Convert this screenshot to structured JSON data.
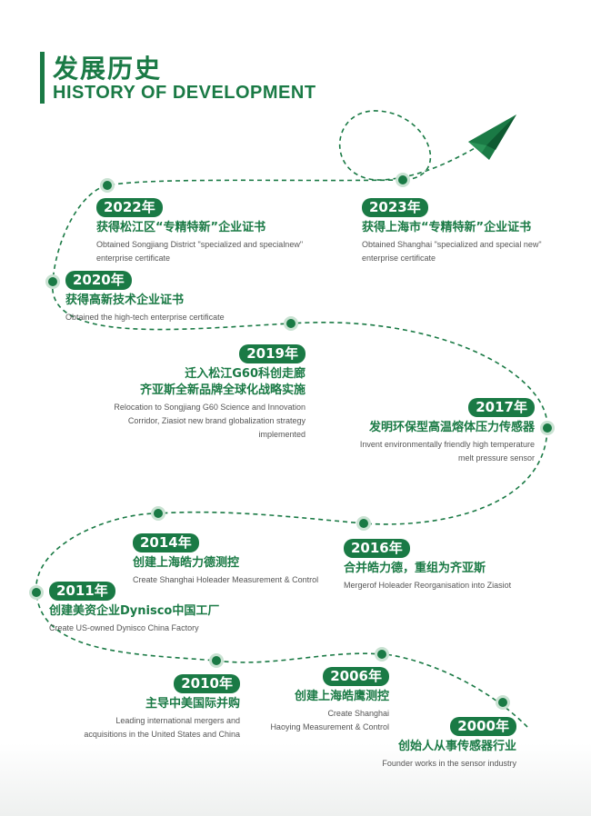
{
  "header": {
    "title_cn": "发展历史",
    "title_en": "HISTORY OF DEVELOPMENT"
  },
  "colors": {
    "accent": "#1a7a45",
    "node_outer": "#c9e2d2",
    "text_en": "#555555"
  },
  "icons": {
    "plane": "paper-plane-icon"
  },
  "timeline": [
    {
      "year": "2023年",
      "title": "获得上海市“专精特新”企业证书",
      "desc_lines": [
        "Obtained Shanghai \"specialized and special new\"",
        "enterprise certificate"
      ]
    },
    {
      "year": "2022年",
      "title": "获得松江区“专精特新”企业证书",
      "desc_lines": [
        "Obtained Songjiang District \"specialized and specialnew\"",
        "enterprise certificate"
      ]
    },
    {
      "year": "2020年",
      "title": "获得高新技术企业证书",
      "desc_lines": [
        "Obtained the high-tech enterprise certificate"
      ]
    },
    {
      "year": "2019年",
      "title_lines": [
        "迁入松江G60科创走廊",
        "齐亚斯全新品牌全球化战略实施"
      ],
      "desc_lines": [
        "Relocation to Songjiang G60 Science and Innovation",
        "Corridor, Ziasiot new brand globalization strategy",
        "implemented"
      ]
    },
    {
      "year": "2017年",
      "title": "发明环保型高温熔体压力传感器",
      "desc_lines": [
        "Invent environmentally friendly high temperature",
        "melt pressure sensor"
      ]
    },
    {
      "year": "2016年",
      "title": "合并皓力德，重组为齐亚斯",
      "desc_lines": [
        "Mergerof Holeader Reorganisation into Ziasiot"
      ]
    },
    {
      "year": "2014年",
      "title": "创建上海皓力德测控",
      "desc_lines": [
        "Create Shanghai Holeader Measurement & Control"
      ]
    },
    {
      "year": "2011年",
      "title": "创建美资企业Dynisco中国工厂",
      "desc_lines": [
        "Create US-owned Dynisco China Factory"
      ]
    },
    {
      "year": "2010年",
      "title": "主导中美国际并购",
      "desc_lines": [
        "Leading international mergers and",
        "acquisitions in the United States and China"
      ]
    },
    {
      "year": "2006年",
      "title": "创建上海皓鹰测控",
      "desc_lines": [
        "Create Shanghai",
        "Haoying Measurement & Control"
      ]
    },
    {
      "year": "2000年",
      "title": "创始人从事传感器行业",
      "desc_lines": [
        "Founder works in the sensor industry"
      ]
    }
  ]
}
